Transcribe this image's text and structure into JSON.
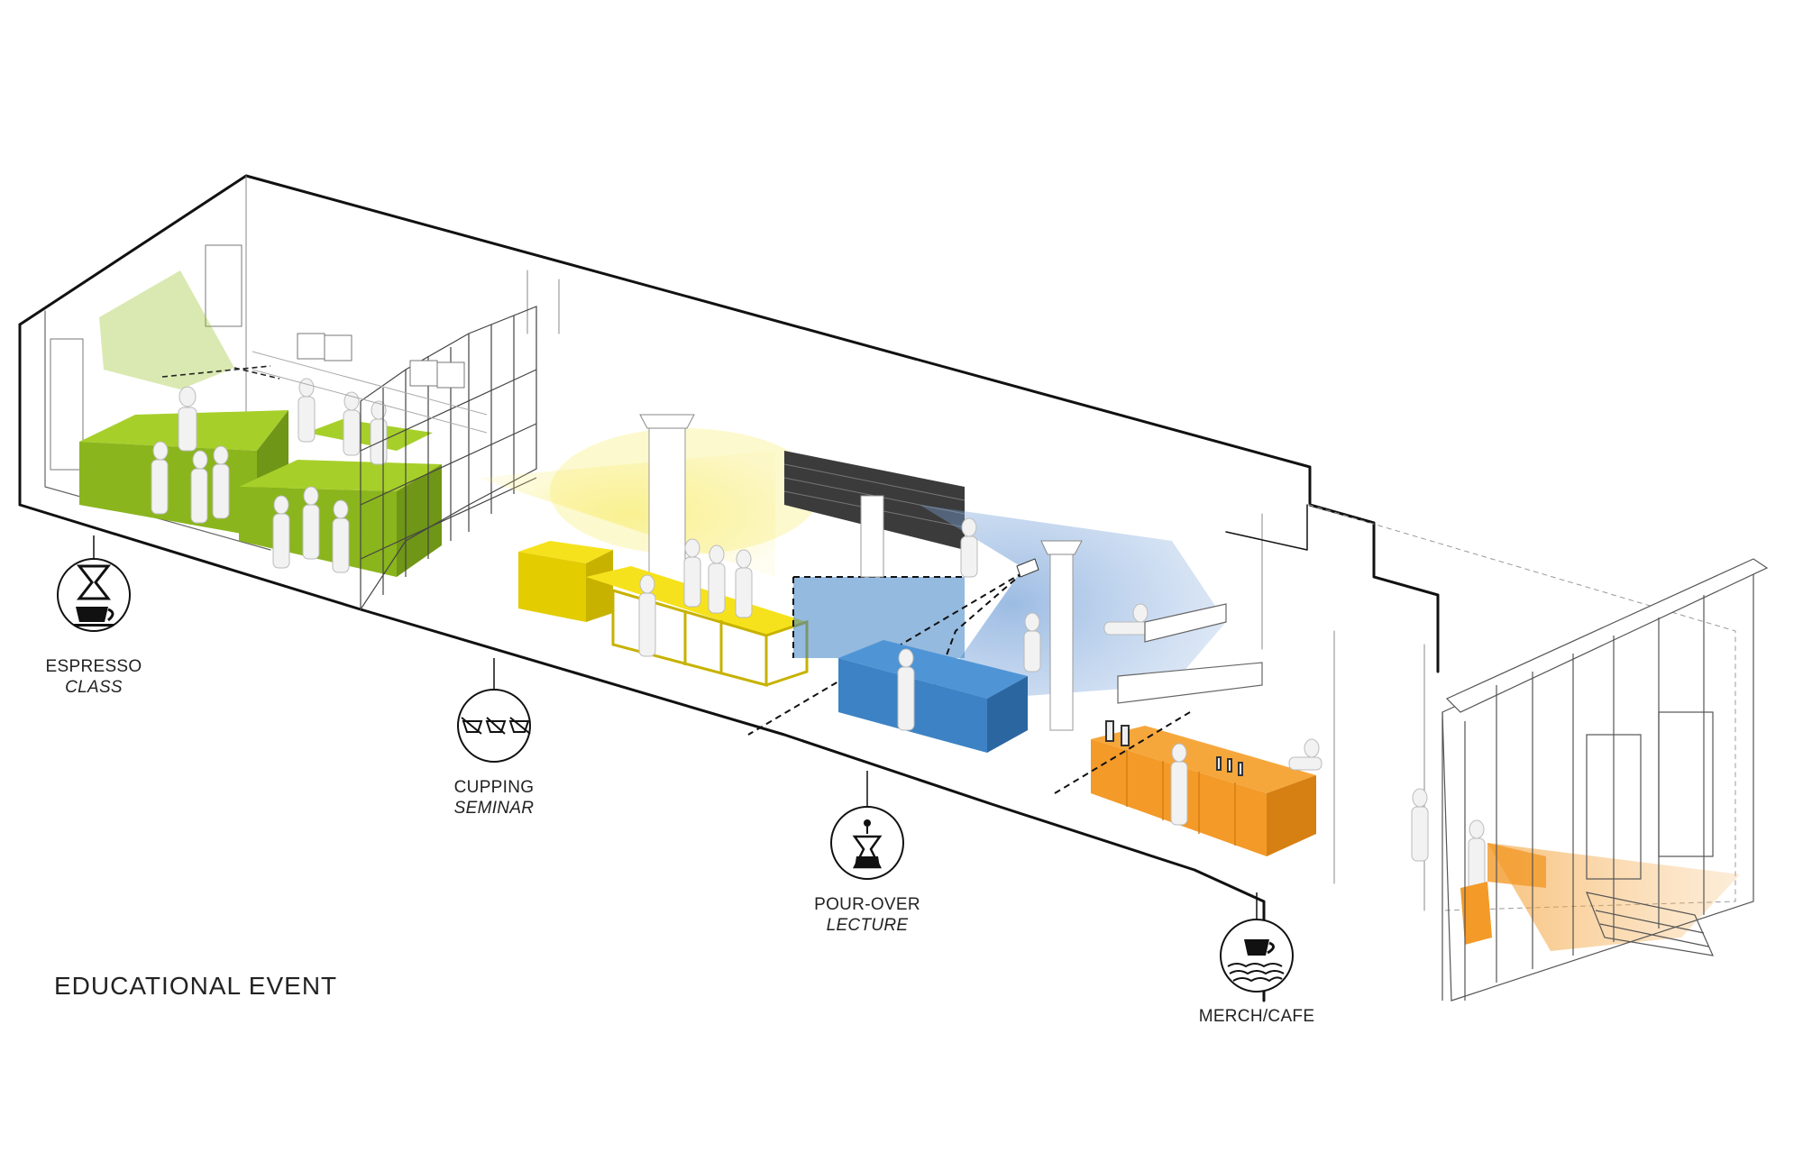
{
  "title": "EDUCATIONAL EVENT",
  "zones": [
    {
      "id": "espresso",
      "line1": "ESPRESSO",
      "line2": "CLASS",
      "color": "#94c11f"
    },
    {
      "id": "cupping",
      "line1": "CUPPING",
      "line2": "SEMINAR",
      "color": "#f2dc00"
    },
    {
      "id": "pourover",
      "line1": "POUR-OVER",
      "line2": "LECTURE",
      "color": "#3d82c4"
    },
    {
      "id": "merch",
      "line1": "MERCH/CAFE",
      "line2": "",
      "color": "#f39a28"
    }
  ],
  "colors": {
    "line": "#111111",
    "thin_line": "#9a9a9a",
    "green": "#94c11f",
    "yellow": "#f2dc00",
    "blue": "#3d82c4",
    "orange": "#f39a28"
  },
  "icons": {
    "espresso": "hourglass-cup-icon",
    "cupping": "cupping-bowls-icon",
    "pourover": "chemex-icon",
    "merch": "cup-beans-icon"
  }
}
